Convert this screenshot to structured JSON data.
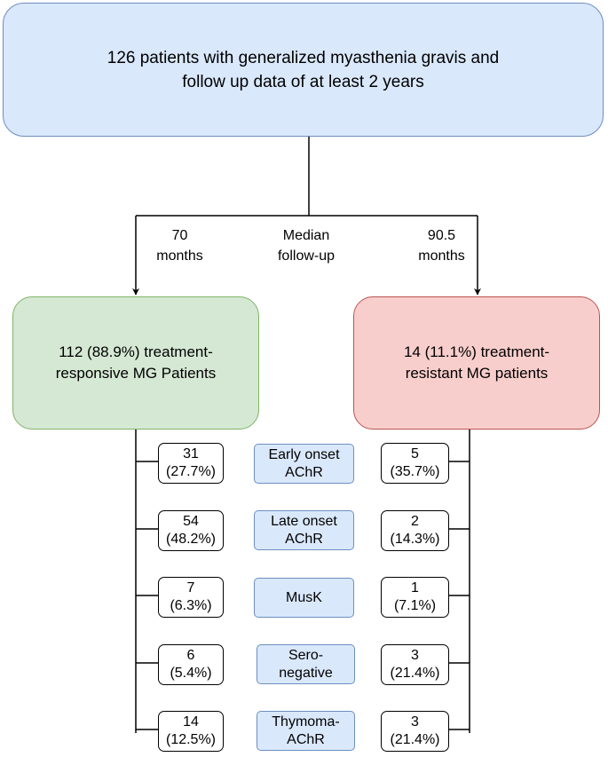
{
  "title_box": "126 patients with generalized myasthenia gravis and\nfollow up data of at least 2 years",
  "followup": {
    "left_months": "70\nmonths",
    "center_label": "Median\nfollow-up",
    "right_months": "90.5\nmonths"
  },
  "groups": {
    "responsive": "112 (88.9%) treatment-\nresponsive MG Patients",
    "resistant": "14 (11.1%) treatment-\nresistant MG patients"
  },
  "rows": [
    {
      "category": "Early onset\nAChR",
      "responsive": "31\n(27.7%)",
      "resistant": "5\n(35.7%)"
    },
    {
      "category": "Late onset\nAChR",
      "responsive": "54\n(48.2%)",
      "resistant": "2\n(14.3%)"
    },
    {
      "category": "MusK",
      "responsive": "7\n(6.3%)",
      "resistant": "1\n(7.1%)"
    },
    {
      "category": "Sero-\nnegative",
      "responsive": "6\n(5.4%)",
      "resistant": "3\n(21.4%)"
    },
    {
      "category": "Thymoma-\nAChR",
      "responsive": "14\n(12.5%)",
      "resistant": "3\n(21.4%)"
    }
  ],
  "colors": {
    "blue_fill": "#dae8fc",
    "blue_stroke": "#6c8ebf",
    "green_fill": "#d5e8d4",
    "green_stroke": "#82b366",
    "red_fill": "#f8cecc",
    "red_stroke": "#b85450"
  }
}
